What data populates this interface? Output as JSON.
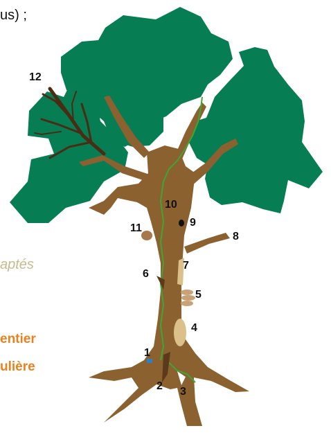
{
  "text_fragments": {
    "top": "us) ;",
    "side_italic": "aptés",
    "side_line_1": "entier",
    "side_line_2": "ulière"
  },
  "labels": [
    "1",
    "2",
    "3",
    "4",
    "5",
    "6",
    "7",
    "8",
    "9",
    "10",
    "11",
    "12"
  ],
  "colors": {
    "foliage": "#077d54",
    "bark": "#8b6130",
    "bark_dark": "#5a3a1a",
    "ivy": "#3fa535",
    "fungus": "#c8a276",
    "wound": "#dcc089",
    "label_1_mark": "#2f7fc1",
    "italic_text": "#c9b98e",
    "orange_text": "#e8821e"
  }
}
